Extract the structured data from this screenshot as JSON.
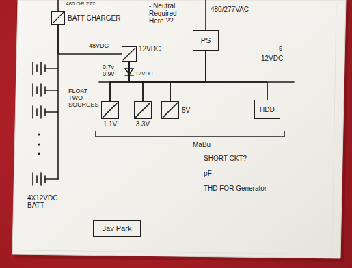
{
  "diagram": {
    "nodes": [
      {
        "text": [
          "BATT CHARGER"
        ]
      },
      {
        "text": [
          "12VDC"
        ]
      },
      {
        "text": [
          "PS"
        ]
      },
      {
        "text": [
          "1.1V"
        ]
      },
      {
        "text": [
          "3.3V"
        ]
      },
      {
        "text": [
          "5V"
        ]
      },
      {
        "text": [
          "HDD"
        ]
      },
      {
        "text": [
          "Jav Park"
        ]
      }
    ],
    "edges": [
      {
        "from": 0,
        "to": 1,
        "arrow": "none"
      },
      {
        "from": 1,
        "to": 3,
        "arrow": "none"
      },
      {
        "from": 1,
        "to": 4,
        "arrow": "none"
      },
      {
        "from": 1,
        "to": 5,
        "arrow": "none"
      },
      {
        "from": 1,
        "to": 6,
        "arrow": "none"
      },
      {
        "from": 2,
        "to": 3,
        "arrow": "none"
      },
      {
        "from": 2,
        "to": 4,
        "arrow": "none"
      },
      {
        "from": 2,
        "to": 5,
        "arrow": "none"
      },
      {
        "from": 2,
        "to": 6,
        "arrow": "none"
      }
    ],
    "labels": [
      "480 OR 277",
      "- Neutral Required Here ??",
      "480/277VAC",
      "48VDC",
      "0.7v 0.9v",
      "12VDC",
      "5",
      "12VDC",
      "FLOAT TWO SOURCES",
      "4X12VDC BATT",
      "MaBu",
      "- SHORT CKT?",
      "- pF",
      "- THD FOR Generator"
    ]
  }
}
